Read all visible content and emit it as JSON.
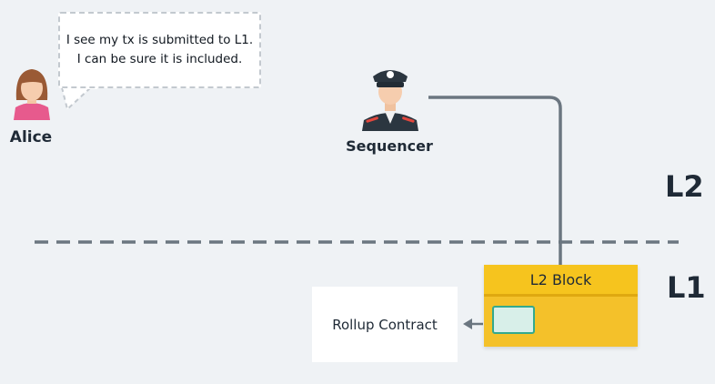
{
  "speech_bubble": {
    "line1": "I see my tx is submitted to L1.",
    "line2": "I can be sure it is included."
  },
  "actors": {
    "alice": {
      "name": "Alice",
      "icon": "woman-avatar-icon"
    },
    "sequencer": {
      "name": "Sequencer",
      "icon": "officer-avatar-icon"
    }
  },
  "layers": {
    "l2": "L2",
    "l1": "L1"
  },
  "rollup_contract": {
    "label": "Rollup Contract"
  },
  "l2_block": {
    "label": "L2 Block"
  },
  "colors": {
    "background": "#eff2f5",
    "block": "#f4c12a",
    "tx": "#d8efe9",
    "tx_border": "#34a98d",
    "connector": "#6b7680"
  }
}
